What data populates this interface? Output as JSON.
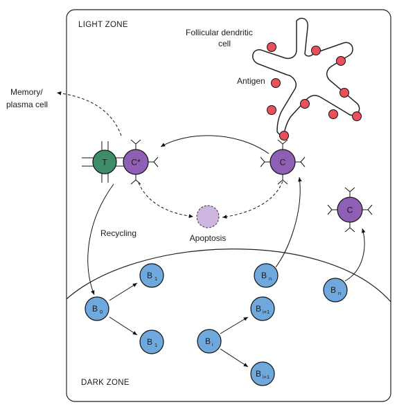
{
  "zones": {
    "light": "LIGHT ZONE",
    "dark": "DARK ZONE"
  },
  "labels": {
    "fdc_line1": "Follicular dendritic",
    "fdc_line2": "cell",
    "antigen": "Antigen",
    "memory_line1": "Memory/",
    "memory_line2": "plasma cell",
    "recycling": "Recycling",
    "apoptosis": "Apoptosis"
  },
  "cells": {
    "t_cell": "T",
    "c_star": "C*",
    "c_top": "C",
    "c_right": "C",
    "b0": {
      "base": "B",
      "sub": "0"
    },
    "b1_top": {
      "base": "B",
      "sub": "1"
    },
    "b1_bottom": {
      "base": "B",
      "sub": "1"
    },
    "bn_mid": {
      "base": "B",
      "sub": "n"
    },
    "bn_right": {
      "base": "B",
      "sub": "n"
    },
    "bi": {
      "base": "B",
      "sub": "i"
    },
    "bi1_top": {
      "base": "B",
      "sub": "i+1"
    },
    "bi1_bottom": {
      "base": "B",
      "sub": "i+1"
    }
  },
  "colors": {
    "b_cell": "#6fa8dc",
    "c_cell": "#8e5fb5",
    "t_cell": "#3d8c6a",
    "antigen": "#e8505b",
    "apoptosis": "#cdb6e0"
  }
}
